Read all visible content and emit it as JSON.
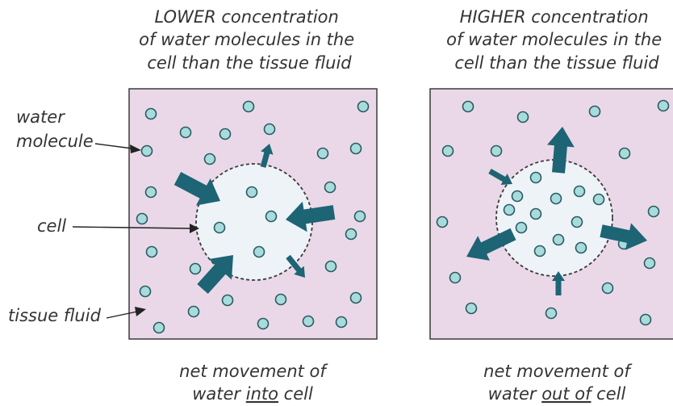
{
  "left_panel": {
    "heading_lines": [
      "LOWER concentration",
      "of water molecules in the",
      "cell than the tissue fluid"
    ],
    "footer_line1": "net movement of",
    "footer_line2_prefix": "water ",
    "footer_line2_underlined": "into",
    "footer_line2_suffix": " cell"
  },
  "right_panel": {
    "heading_lines": [
      "HIGHER concentration",
      "of water molecules in the",
      "cell than the tissue fluid"
    ],
    "footer_line1": "net movement of",
    "footer_line2_prefix": "water ",
    "footer_line2_underlined": "out of",
    "footer_line2_suffix": " cell"
  },
  "labels": {
    "water_molecule_line1": "water",
    "water_molecule_line2": "molecule",
    "cell": "cell",
    "tissue_fluid": "tissue fluid"
  },
  "colors": {
    "tissue_fluid": "#ead8e8",
    "cell": "#eef3f8",
    "molecule_fill": "#a8dcdc",
    "molecule_stroke": "#2a5a63",
    "arrow": "#1d6475"
  }
}
